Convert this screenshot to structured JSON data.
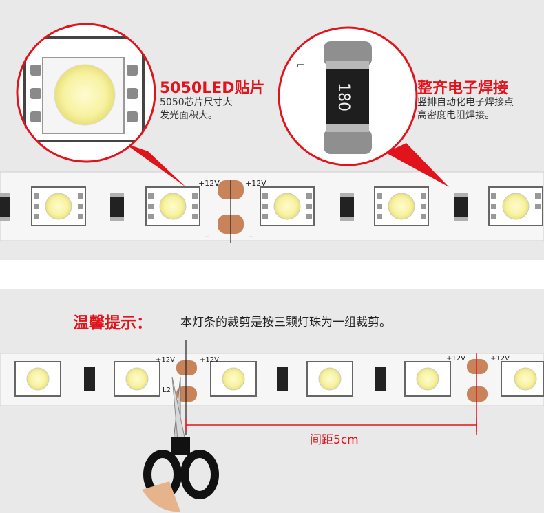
{
  "top_strip": {
    "voltage_label": "+12V",
    "minus_label": "_",
    "resistor_code": "180"
  },
  "callouts": [
    {
      "title": "5050LED贴片",
      "description": "5050芯片尺寸大\n发光面积大。",
      "icon": "led-chip-magnified"
    },
    {
      "title": "整齐电子焊接",
      "description": "竖排自动化电子焊接点\n高密度电阻焊接。",
      "icon": "resistor-magnified",
      "resistor_code": "180"
    }
  ],
  "tip": {
    "title": "温馨提示：",
    "text": "本灯条的裁剪是按三颗灯珠为一组裁剪。"
  },
  "bottom_strip": {
    "voltage_label": "+12V",
    "board_mark": "L2",
    "spacing_label": "间距5cm",
    "tool_icon": "scissors-icon"
  },
  "colors": {
    "accent_red": "#e1141c",
    "panel_gray": "#e9e9ea",
    "led_yellow": "#f7f2a0",
    "copper_pad": "#c8835a"
  }
}
